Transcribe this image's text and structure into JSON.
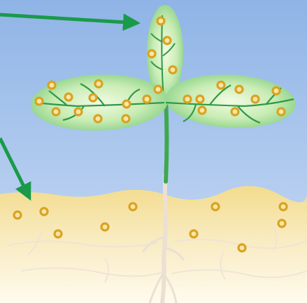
{
  "scene": {
    "subject": "seedling-illustration",
    "colors": {
      "sky_top": "#8fb4e6",
      "sky_bottom": "#b7cff0",
      "soil_top": "#f3dc8e",
      "soil_bottom": "#fffbee",
      "leaf_edge": "#8fd48f",
      "leaf_center": "#e9f7d6",
      "vein": "#2e9a45",
      "stem": "#3fa84d",
      "root": "#ede0d4",
      "particle_stroke": "#d9a323",
      "particle_fill": "#f8e7a4",
      "arrow": "#1a9a4a"
    },
    "icons": [
      "arrow-to-leaf",
      "arrow-to-soil",
      "nutrient-particle"
    ]
  }
}
